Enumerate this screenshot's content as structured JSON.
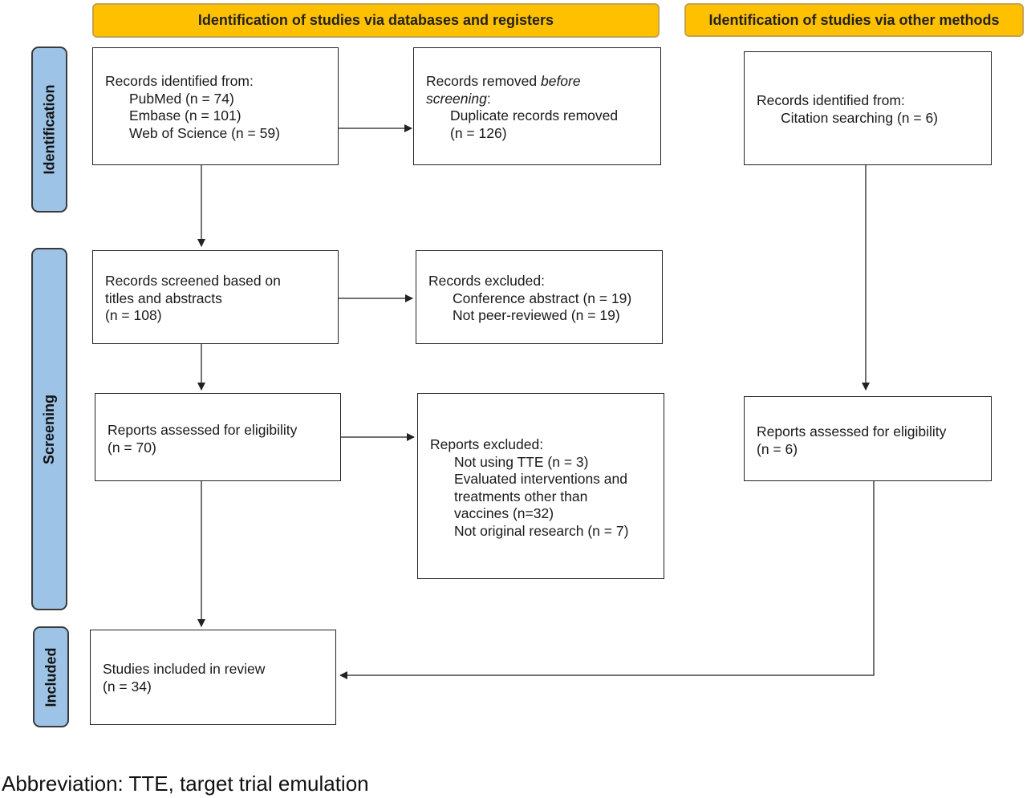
{
  "headers": {
    "databases": "Identification of studies via databases and registers",
    "other": "Identification of studies via other methods"
  },
  "phases": {
    "identification": "Identification",
    "screening": "Screening",
    "included": "Included"
  },
  "boxes": {
    "records_identified": {
      "title": "Records identified from:",
      "items": [
        "PubMed (n = 74)",
        "Embase (n = 101)",
        "Web of Science (n = 59)"
      ]
    },
    "records_removed": {
      "title_pre": "Records removed ",
      "title_em": "before",
      "title_em2": "screening",
      "title_colon": ":",
      "items": [
        "Duplicate records removed",
        "(n = 126)"
      ]
    },
    "other_identified": {
      "title": "Records identified from:",
      "items": [
        "Citation searching (n = 6)"
      ]
    },
    "records_screened": {
      "lines": [
        "Records screened based on",
        "titles and abstracts",
        "(n = 108)"
      ]
    },
    "records_excluded": {
      "title": "Records excluded:",
      "items": [
        "Conference abstract (n = 19)",
        "Not peer-reviewed (n = 19)"
      ]
    },
    "reports_assessed": {
      "lines": [
        "Reports assessed for eligibility",
        "(n = 70)"
      ]
    },
    "reports_excluded": {
      "title": "Reports excluded:",
      "items": [
        "Not using TTE (n = 3)",
        "Evaluated interventions and",
        "treatments other than",
        "vaccines (n=32)",
        "Not original research (n = 7)"
      ]
    },
    "other_assessed": {
      "lines": [
        "Reports assessed for eligibility",
        "(n = 6)"
      ]
    },
    "included": {
      "lines": [
        "Studies included in review",
        "(n = 34)"
      ]
    }
  },
  "footnote": "Abbreviation: TTE, target trial emulation"
}
